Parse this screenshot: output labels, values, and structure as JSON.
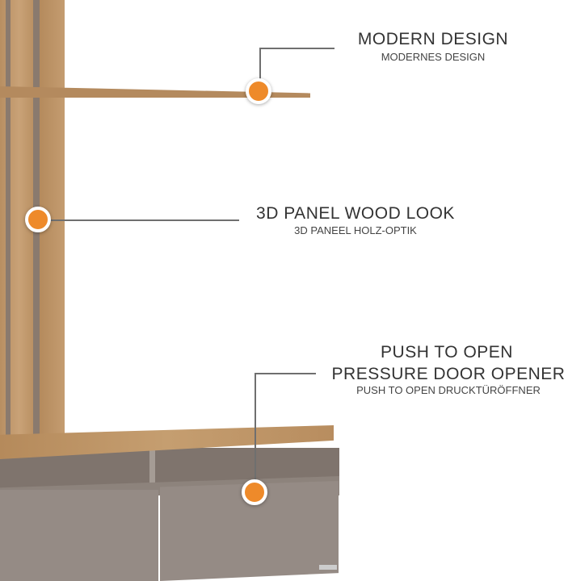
{
  "colors": {
    "accent": "#ee8a2a",
    "wood": "#c29b6f",
    "cabinet": "#948a84"
  },
  "callouts": [
    {
      "title": "MODERN DESIGN",
      "subtitle": "MODERNES DESIGN"
    },
    {
      "title": "3D PANEL WOOD LOOK",
      "subtitle": "3D PANEEL HOLZ-OPTIK"
    },
    {
      "title_line1": "PUSH TO OPEN",
      "title_line2": "PRESSURE DOOR OPENER",
      "subtitle": "PUSH TO OPEN DRUCKTÜRÖFFNER"
    }
  ]
}
